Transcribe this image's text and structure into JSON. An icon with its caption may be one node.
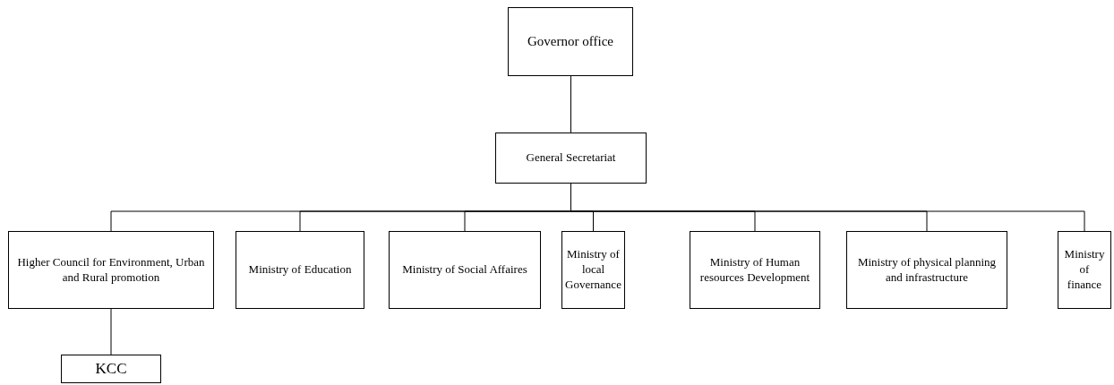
{
  "diagram": {
    "nodes": [
      {
        "text": [
          "Governor office"
        ]
      },
      {
        "text": [
          "General Secretariat"
        ]
      },
      {
        "text": [
          "Higher Council for Environment, Urban and Rural promotion"
        ]
      },
      {
        "text": [
          "Ministry of Education"
        ]
      },
      {
        "text": [
          "Ministry of Social Affaires"
        ]
      },
      {
        "text": [
          "Ministry of local Governance"
        ]
      },
      {
        "text": [
          "Ministry of Human resources Development"
        ]
      },
      {
        "text": [
          "Ministry of physical planning and infrastructure"
        ]
      },
      {
        "text": [
          "Ministry of finance"
        ]
      },
      {
        "text": [
          "KCC"
        ]
      }
    ],
    "edges": [
      {
        "from": 0,
        "to": 1,
        "arrow": "none"
      },
      {
        "from": 1,
        "to": 2,
        "arrow": "none"
      },
      {
        "from": 1,
        "to": 3,
        "arrow": "none"
      },
      {
        "from": 1,
        "to": 4,
        "arrow": "none"
      },
      {
        "from": 1,
        "to": 5,
        "arrow": "none"
      },
      {
        "from": 1,
        "to": 6,
        "arrow": "none"
      },
      {
        "from": 1,
        "to": 7,
        "arrow": "none"
      },
      {
        "from": 1,
        "to": 8,
        "arrow": "none"
      },
      {
        "from": 2,
        "to": 9,
        "arrow": "none"
      }
    ]
  }
}
